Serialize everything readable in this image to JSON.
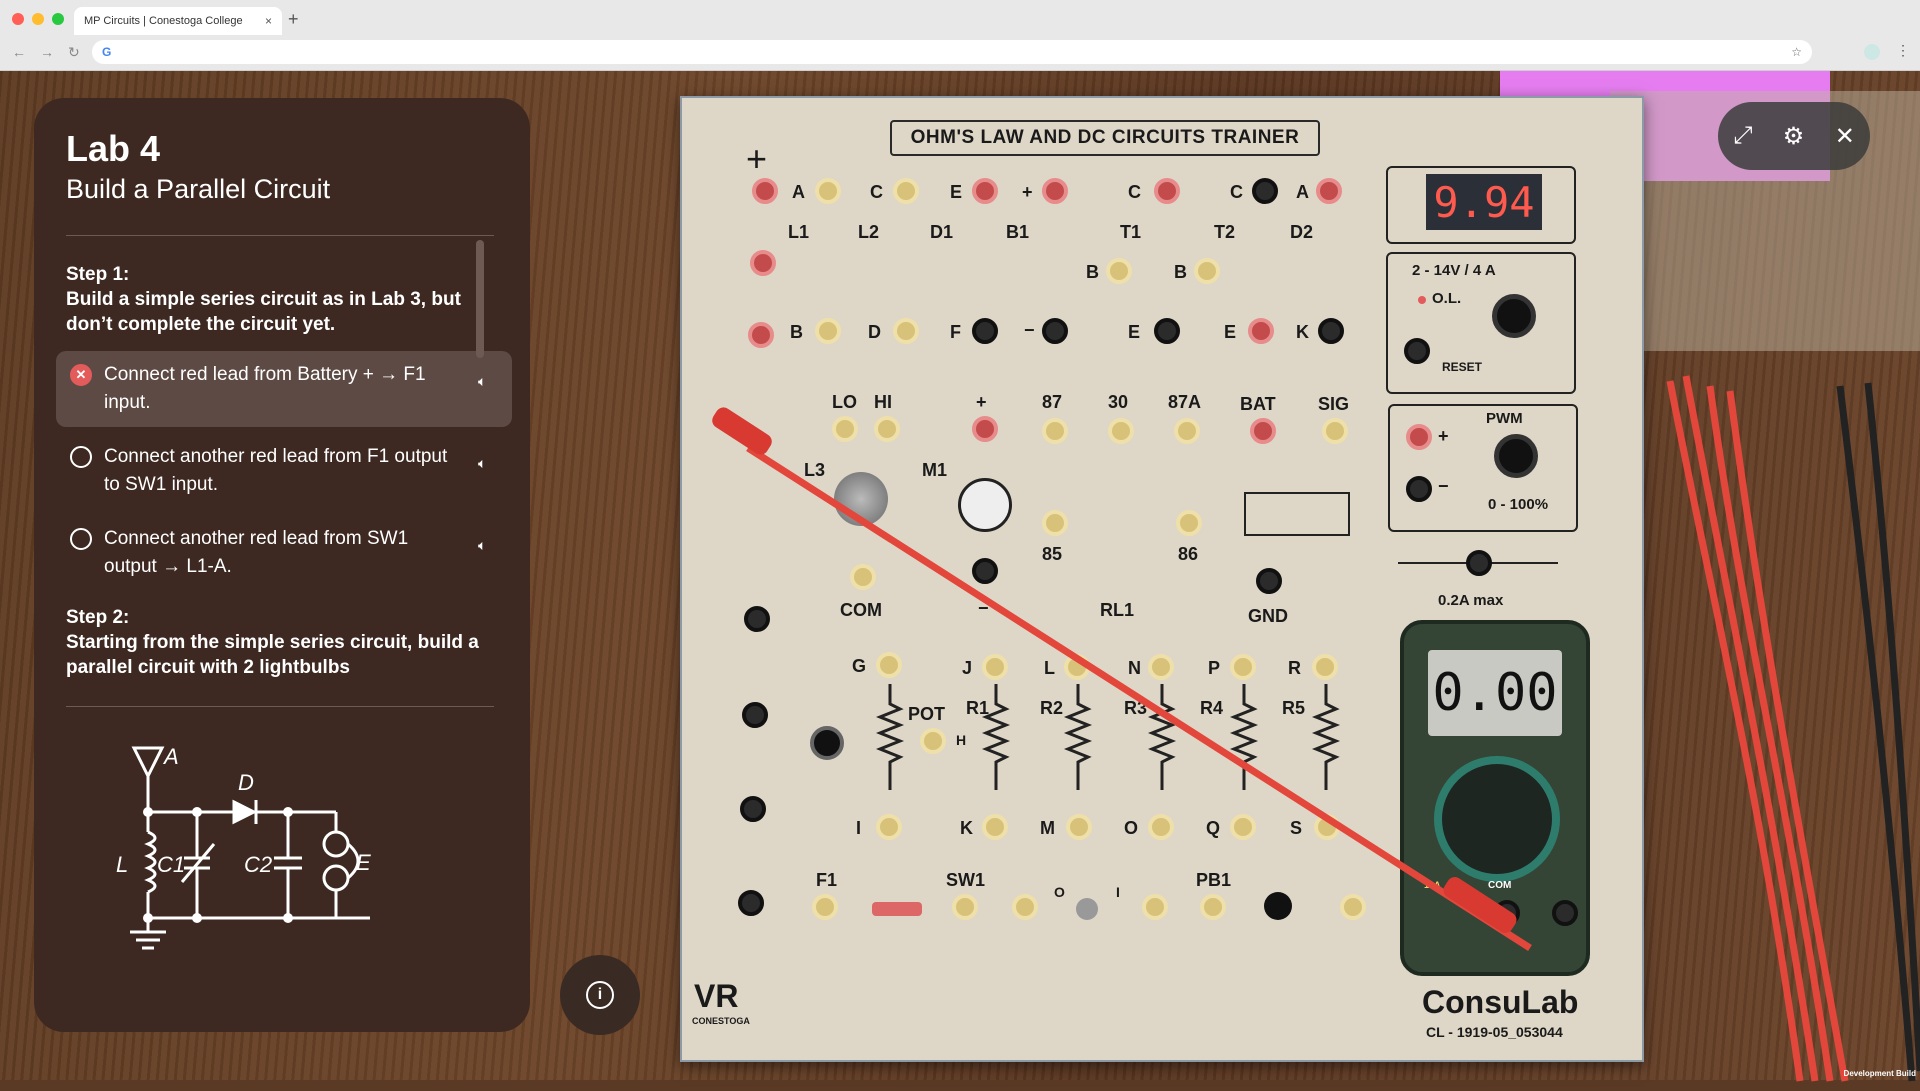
{
  "browser": {
    "tab_title": "MP Circuits | Conestoga College",
    "tab_close": "×",
    "new_tab": "+",
    "address": "",
    "omnibox_icon": "G"
  },
  "panel": {
    "lab": "Lab 4",
    "title": "Build a Parallel Circuit",
    "step1_heading": "Step 1:",
    "step1_text": "Build a simple series circuit as in Lab 3, but don’t complete the circuit yet.",
    "tasks": [
      {
        "text": "Connect red lead from Battery + → F1 input.",
        "state": "error"
      },
      {
        "text": "Connect another red lead from F1 output to SW1 input.",
        "state": "pending"
      },
      {
        "text": "Connect another red lead from SW1 output → L1-A.",
        "state": "pending"
      }
    ],
    "step2_heading": "Step 2:",
    "step2_text": "Starting from the simple series circuit, build a parallel circuit with 2 lightbulbs",
    "schematic_labels": {
      "a": "A",
      "d": "D",
      "l": "L",
      "c1": "C1",
      "c2": "C2",
      "e": "E"
    }
  },
  "board": {
    "title": "OHM'S LAW AND DC CIRCUITS TRAINER",
    "display_value": "9.94",
    "supply_label": "2 - 14V / 4 A",
    "ol_label": "O.L.",
    "reset_label": "RESET",
    "pwm_label": "PWM",
    "pwm_range": "0 - 100%",
    "max_label": "0.2A max",
    "brand": "ConsuLab",
    "model": "CL - 1919-05_053044",
    "vr_logo": "VR",
    "vr_sub": "CONESTOGA",
    "labels": {
      "A": "A",
      "C": "C",
      "E": "E",
      "plus": "+",
      "L1": "L1",
      "L2": "L2",
      "D1": "D1",
      "B1": "B1",
      "B": "B",
      "D": "D",
      "F": "F",
      "minus": "−",
      "T1": "T1",
      "T2": "T2",
      "D2": "D2",
      "K": "K",
      "LO": "LO",
      "HI": "HI",
      "L3": "L3",
      "M1": "M1",
      "COM": "COM",
      "r87": "87",
      "r30": "30",
      "r87A": "87A",
      "r85": "85",
      "r86": "86",
      "RL1": "RL1",
      "BAT": "BAT",
      "SIG": "SIG",
      "GND": "GND",
      "G": "G",
      "J": "J",
      "L": "L",
      "N": "N",
      "P": "P",
      "R": "R",
      "POT": "POT",
      "H": "H",
      "R1": "R1",
      "R2": "R2",
      "R3": "R3",
      "R4": "R4",
      "R5": "R5",
      "I": "I",
      "Kb": "K",
      "M": "M",
      "O": "O",
      "Q": "Q",
      "S": "S",
      "F1": "F1",
      "SW1": "SW1",
      "PB1": "PB1",
      "sw_o": "O",
      "sw_i": "I"
    }
  },
  "multimeter": {
    "value": "0.00",
    "com_label": "COM",
    "max_label": "10A"
  },
  "controls": {
    "expand_icon": "⤢",
    "settings_icon": "⚙",
    "close_icon": "✕"
  },
  "footer": {
    "dev_build": "Development Build"
  },
  "colors": {
    "panel_bg": "#3d2922",
    "error": "#e35b5b",
    "lead": "#e3473c"
  }
}
